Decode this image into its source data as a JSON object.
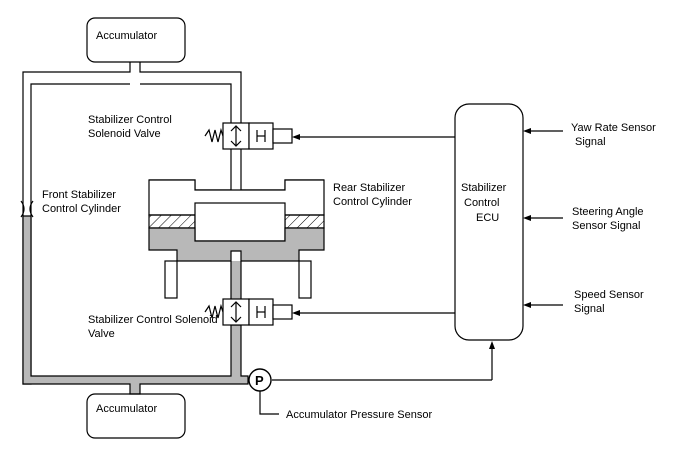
{
  "labels": {
    "accumulator_top": "Accumulator",
    "accumulator_bottom": "Accumulator",
    "upper_valve_l1": "Stabilizer Control",
    "upper_valve_l2": "Solenoid Valve",
    "front_cyl_l1": "Front Stabilizer",
    "front_cyl_l2": "Control Cylinder",
    "rear_cyl_l1": "Rear Stabilizer",
    "rear_cyl_l2": "Control Cylinder",
    "ecu_l1": "Stabilizer",
    "ecu_l2": "Control",
    "ecu_l3": "ECU",
    "yaw_l1": "Yaw Rate Sensor",
    "yaw_l2": "Signal",
    "steer_l1": "Steering Angle",
    "steer_l2": "Sensor Signal",
    "speed_l1": "Speed Sensor",
    "speed_l2": "Signal",
    "lower_valve_l1": "Stabilizer Control Solenoid",
    "lower_valve_l2": "Valve",
    "pump_letter": "P",
    "pressure_sensor": "Accumulator Pressure Sensor"
  },
  "colors": {
    "line": "#000000",
    "fluid_gray": "#b8b8b8",
    "background": "#ffffff"
  }
}
